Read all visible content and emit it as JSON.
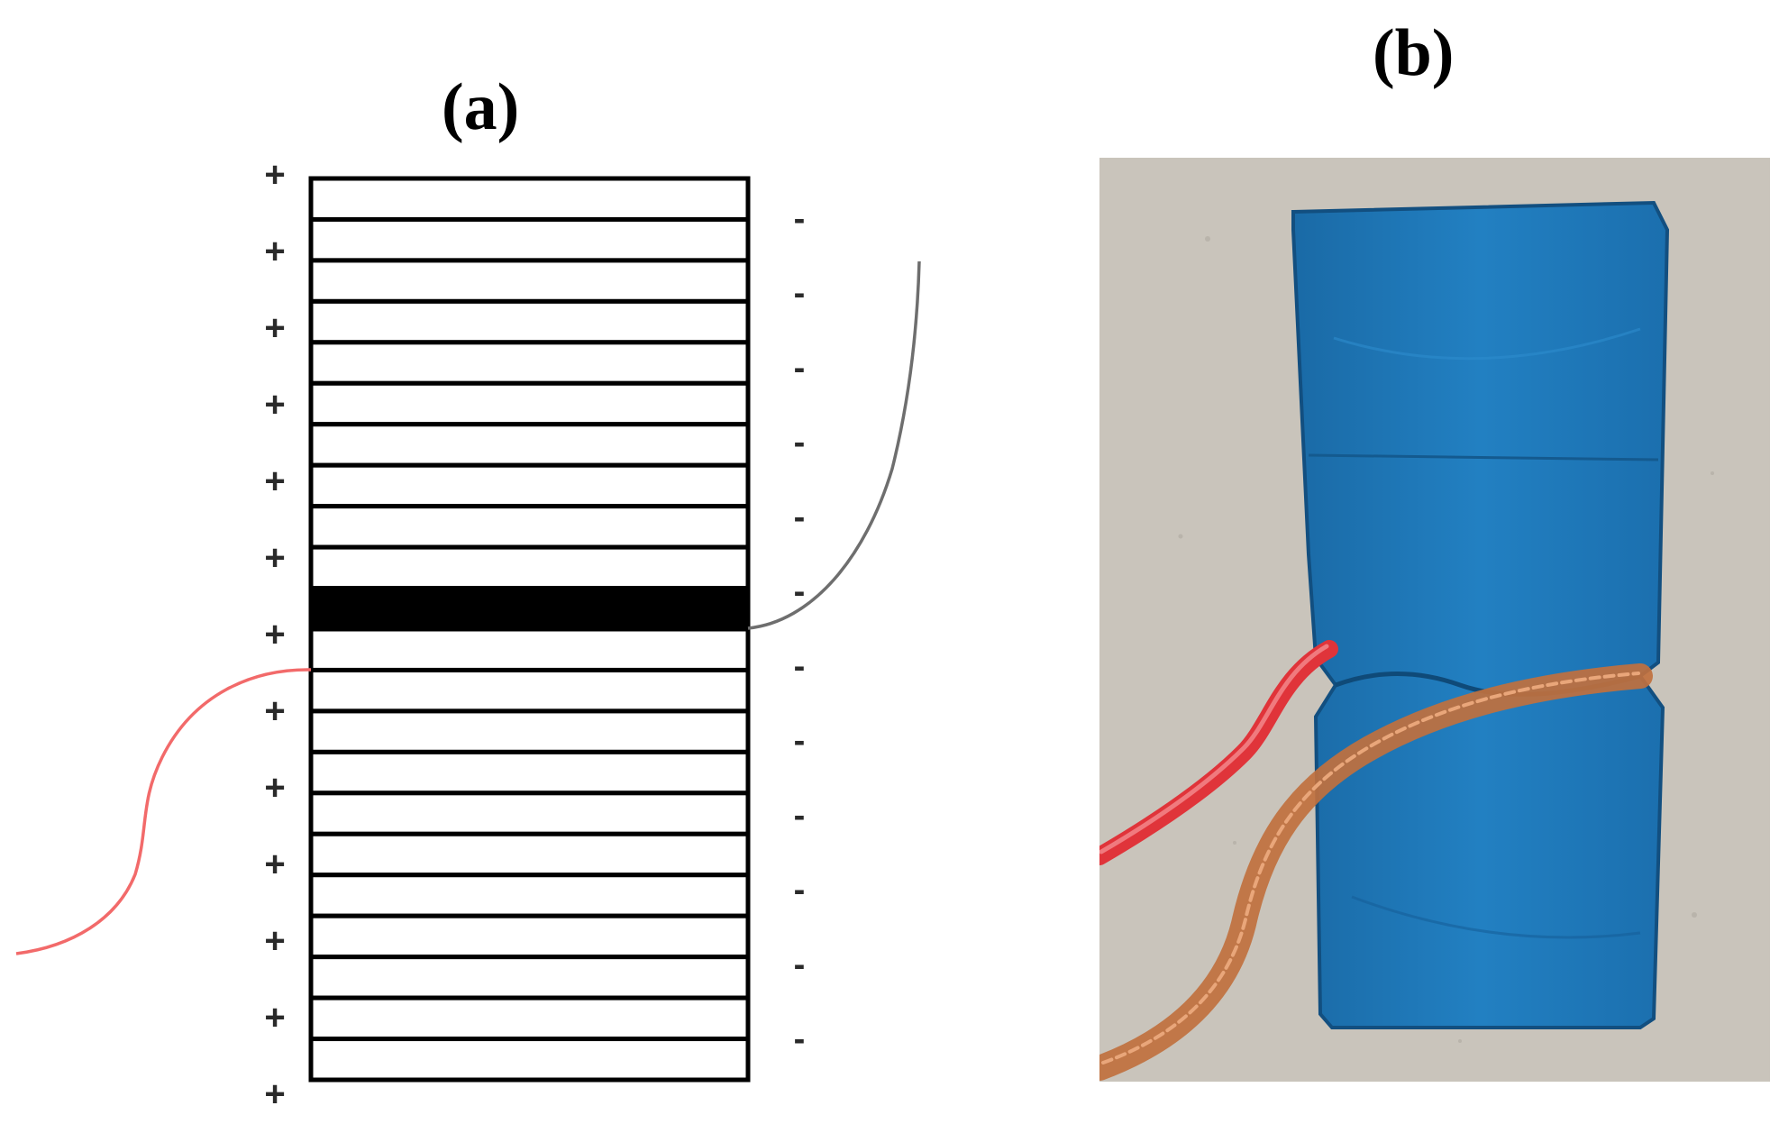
{
  "panels": {
    "a": {
      "label": "(a)",
      "plus_sign": "+",
      "minus_sign": "-",
      "plus_count": 13,
      "minus_count": 12,
      "layer_count": 22,
      "highlighted_layer_index": 10,
      "colors": {
        "layer_stroke": "#000000",
        "highlighted_layer": "#000000",
        "positive_lead": "#f26a6a",
        "negative_lead": "#6e6e6e"
      }
    },
    "b": {
      "label": "(b)",
      "colors": {
        "background": "#c9c4bb",
        "tape": "#1f78b8",
        "red_wire": "#e0343a",
        "copper_wire": "#c0703e"
      }
    }
  }
}
